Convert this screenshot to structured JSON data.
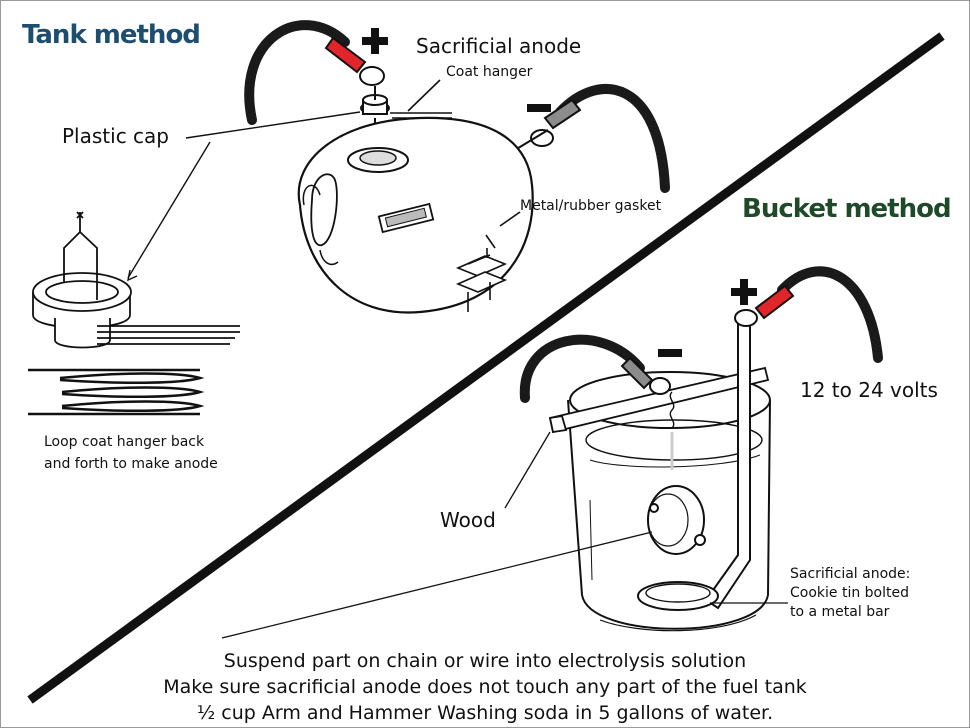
{
  "titles": {
    "tank": "Tank method",
    "bucket": "Bucket method"
  },
  "tank_labels": {
    "sacrificial_anode": "Sacrificial anode",
    "coat_hanger": "Coat hanger",
    "plastic_cap": "Plastic cap",
    "gasket": "Metal/rubber gasket",
    "loop_line1": "Loop coat hanger back",
    "loop_line2": "and forth to make anode"
  },
  "bucket_labels": {
    "volts": "12 to 24 volts",
    "wood": "Wood",
    "anode_line1": "Sacrificial anode:",
    "anode_line2": "Cookie tin bolted",
    "anode_line3": "to a metal bar"
  },
  "footer": {
    "line1": "Suspend part on chain or wire into electrolysis solution",
    "line2": "Make sure sacrificial anode does not touch  any part of the fuel tank",
    "line3": "½ cup Arm and Hammer Washing soda in 5 gallons of water."
  },
  "colors": {
    "tank_title": "#1d4e70",
    "bucket_title": "#1f4a2a",
    "positive_clip": "#e0262a",
    "negative_clip": "#8c8c8c",
    "cable": "#1a1a1a"
  },
  "icons": [
    "plus-sign-icon",
    "minus-sign-icon"
  ]
}
